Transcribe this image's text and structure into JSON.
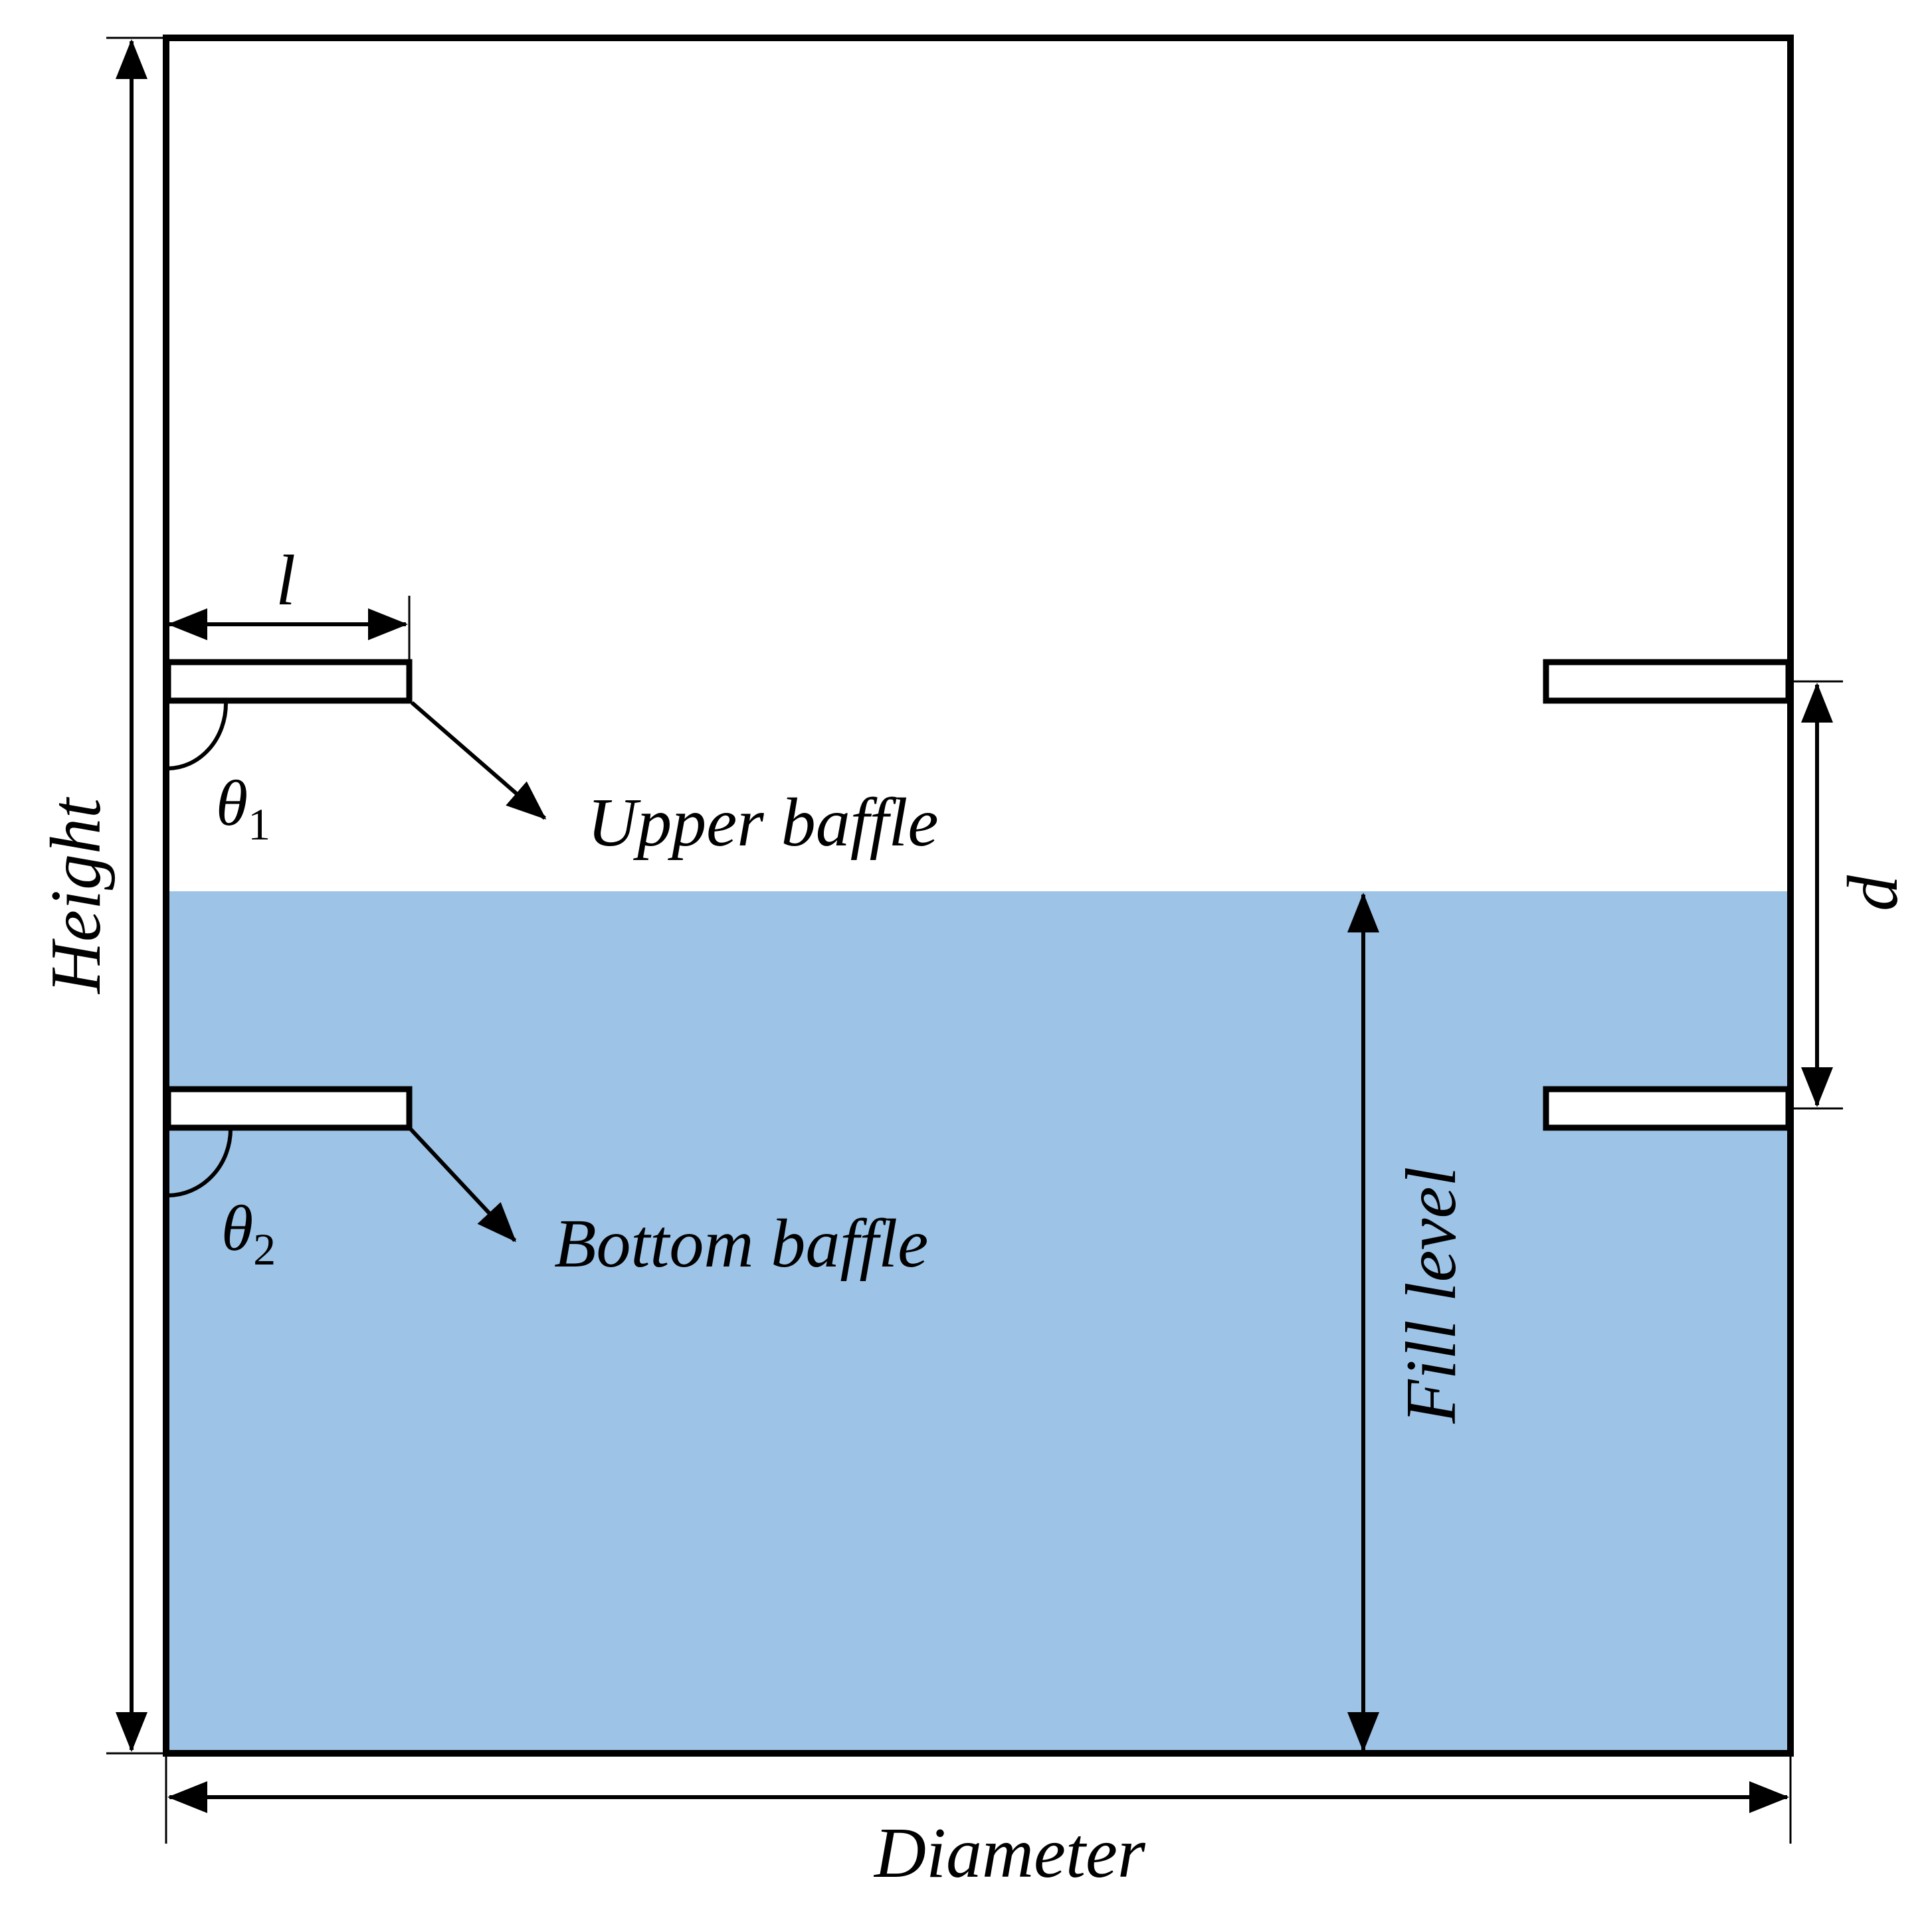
{
  "labels": {
    "height": "Height",
    "diameter": "Diameter",
    "fill_level": "Fill level",
    "baffle_length": "l",
    "baffle_spacing": "d",
    "theta_symbol": "θ",
    "upper_angle_sub": "1",
    "bottom_angle_sub": "2",
    "upper_baffle": "Upper baffle",
    "bottom_baffle": "Bottom baffle"
  },
  "colors": {
    "liquid": "#9dc3e6",
    "stroke": "#000000",
    "background": "#ffffff"
  }
}
